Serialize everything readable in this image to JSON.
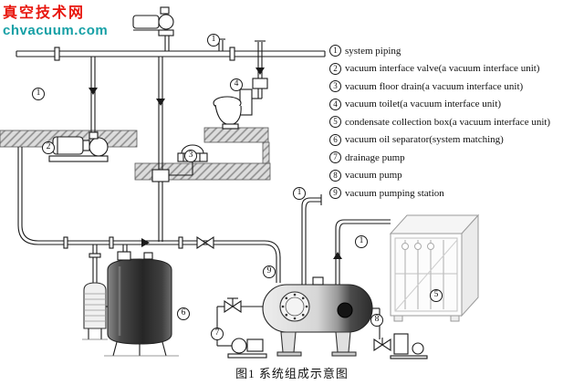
{
  "watermark": {
    "site_name": "真空技术网",
    "site_url": "chvacuum.com"
  },
  "legend": {
    "items": [
      {
        "num": "1",
        "label": "system piping"
      },
      {
        "num": "2",
        "label": "vacuum interface valve(a vacuum interface unit)"
      },
      {
        "num": "3",
        "label": "vacuum floor drain(a vacuum interface unit)"
      },
      {
        "num": "4",
        "label": "vacuum toilet(a vacuum interface unit)"
      },
      {
        "num": "5",
        "label": "condensate collection box(a vacuum interface unit)"
      },
      {
        "num": "6",
        "label": "vacuum oil separator(system matching)"
      },
      {
        "num": "7",
        "label": "drainage pump"
      },
      {
        "num": "8",
        "label": "vacuum pump"
      },
      {
        "num": "9",
        "label": "vacuum pumping station"
      }
    ]
  },
  "diagram": {
    "badges": [
      {
        "num": "1"
      },
      {
        "num": "1"
      },
      {
        "num": "2"
      },
      {
        "num": "4"
      },
      {
        "num": "3"
      },
      {
        "num": "1"
      },
      {
        "num": "1"
      },
      {
        "num": "9"
      },
      {
        "num": "6"
      },
      {
        "num": "7"
      },
      {
        "num": "8"
      },
      {
        "num": "5"
      }
    ]
  },
  "caption": "图1  系统组成示意图",
  "colors": {
    "watermark_red": "#e8150d",
    "watermark_teal": "#16a0a6",
    "line_color": "#1a1a1a"
  }
}
